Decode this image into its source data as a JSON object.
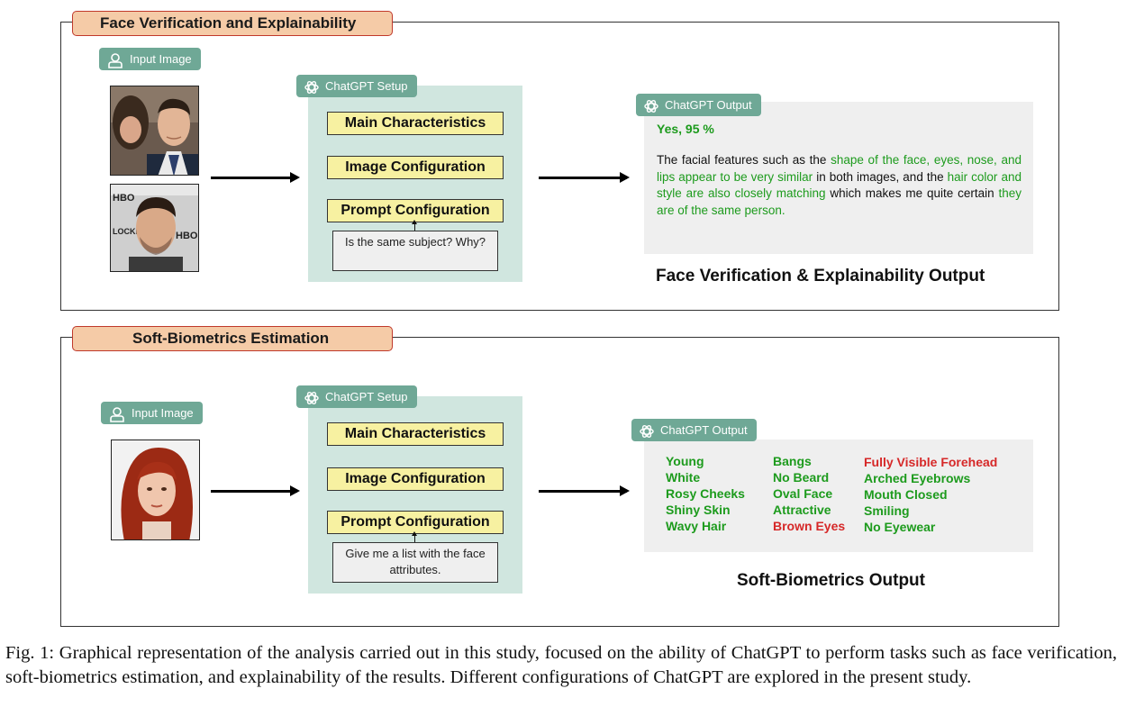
{
  "panel1": {
    "title": "Face Verification and Explainability",
    "input_label": "Input Image",
    "setup_label": "ChatGPT Setup",
    "config_items": [
      "Main Characteristics",
      "Image Configuration",
      "Prompt Configuration"
    ],
    "prompt_text": "Is the same subject? Why?",
    "output_label": "ChatGPT Output",
    "answer": "Yes, 95 %",
    "explanation": [
      {
        "text": "The facial features such as the ",
        "color": "black"
      },
      {
        "text": "shape of the face, eyes, nose, and lips appear to be very similar",
        "color": "green"
      },
      {
        "text": " in both images, and the ",
        "color": "black"
      },
      {
        "text": "hair color and style are also closely matching",
        "color": "green"
      },
      {
        "text": " which makes me quite certain ",
        "color": "black"
      },
      {
        "text": "they are of the same person.",
        "color": "green"
      }
    ],
    "output_title": "Face Verification & Explainability Output"
  },
  "panel2": {
    "title": "Soft-Biometrics Estimation",
    "input_label": "Input Image",
    "setup_label": "ChatGPT Setup",
    "config_items": [
      "Main Characteristics",
      "Image Configuration",
      "Prompt Configuration"
    ],
    "prompt_text": "Give me a list with the face attributes.",
    "output_label": "ChatGPT Output",
    "attributes": [
      [
        {
          "text": "Young",
          "color": "green"
        },
        {
          "text": "White",
          "color": "green"
        },
        {
          "text": "Rosy Cheeks",
          "color": "green"
        },
        {
          "text": "Shiny Skin",
          "color": "green"
        },
        {
          "text": "Wavy Hair",
          "color": "green"
        }
      ],
      [
        {
          "text": "Bangs",
          "color": "green"
        },
        {
          "text": "No Beard",
          "color": "green"
        },
        {
          "text": "Oval Face",
          "color": "green"
        },
        {
          "text": "Attractive",
          "color": "green"
        },
        {
          "text": "Brown Eyes",
          "color": "red"
        }
      ],
      [
        {
          "text": "Fully Visible Forehead",
          "color": "red"
        },
        {
          "text": "Arched Eyebrows",
          "color": "green"
        },
        {
          "text": "Mouth Closed",
          "color": "green"
        },
        {
          "text": "Smiling",
          "color": "green"
        },
        {
          "text": "No Eyewear",
          "color": "green"
        }
      ]
    ],
    "output_title": "Soft-Biometrics Output"
  },
  "caption": "Fig. 1: Graphical representation of the analysis carried out in this study, focused on the ability of ChatGPT to perform tasks such as face verification, soft-biometrics estimation, and explainability of the results. Different configurations of ChatGPT are explored in the present study.",
  "colors": {
    "title_fill": "#f5cba7",
    "title_border": "#c0392b",
    "pill": "#6fa896",
    "setup_bg": "#d0e6df",
    "config_fill": "#f7f1a1",
    "output_bg": "#efefef",
    "correct": "#1d9b1d",
    "incorrect": "#d62828"
  },
  "icons": {
    "input": "person-icon",
    "chatgpt": "openai-logo-icon"
  }
}
